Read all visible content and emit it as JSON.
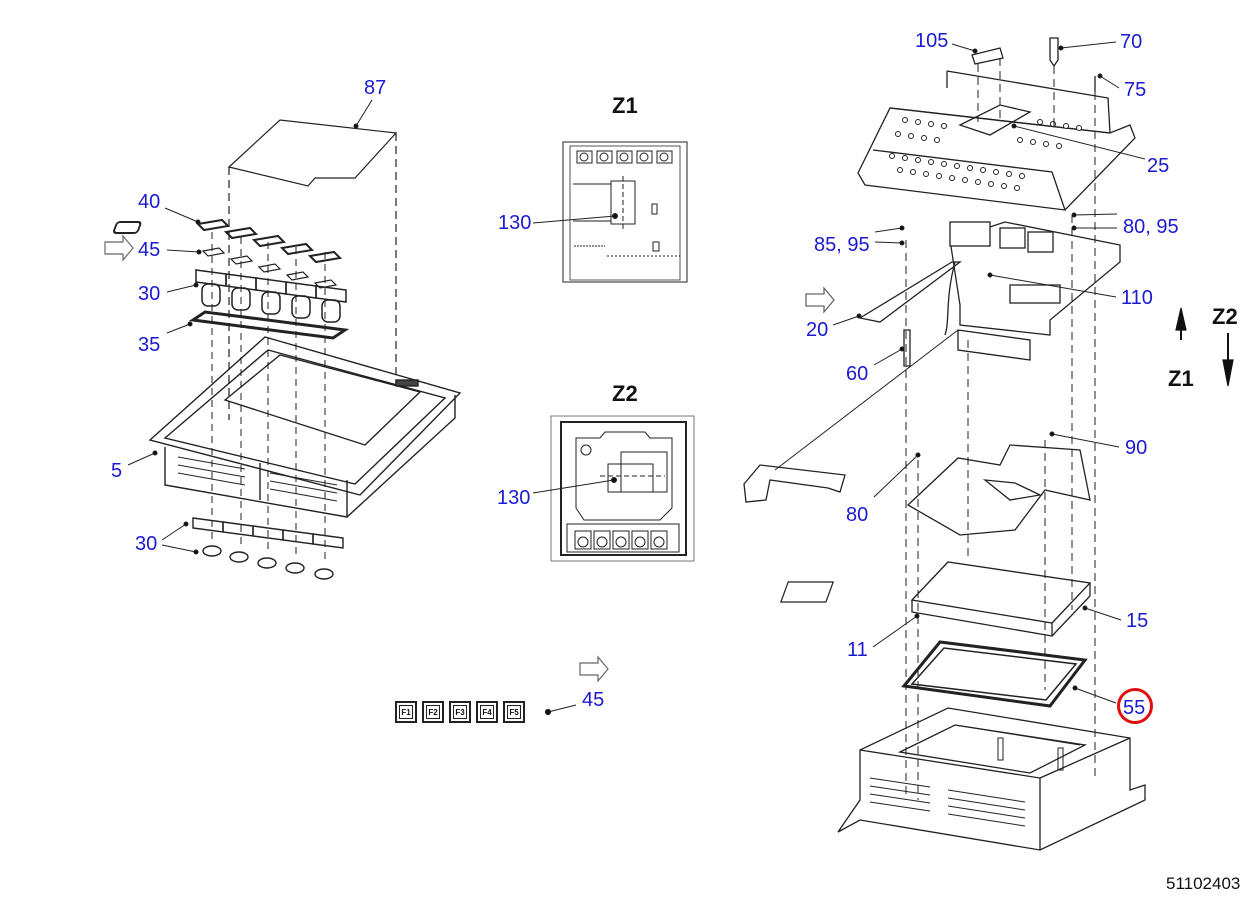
{
  "drawing": {
    "document_number": "51102403",
    "highlight_color": "#e01010",
    "label_color": "#1a1ad0",
    "highlighted_item": "55"
  },
  "views": {
    "z1_title": "Z1",
    "z2_title": "Z2",
    "z1_arrow_label": "Z1",
    "z2_arrow_label": "Z2"
  },
  "labels": {
    "l87": "87",
    "l40": "40",
    "l45a": "45",
    "l30a": "30",
    "l35": "35",
    "l5": "5",
    "l30b": "30",
    "l130a": "130",
    "l130b": "130",
    "l45b": "45",
    "l105": "105",
    "l70": "70",
    "l75": "75",
    "l25": "25",
    "l8595": "85, 95",
    "l8095": "80, 95",
    "l110": "110",
    "l20": "20",
    "l60": "60",
    "l90": "90",
    "l80": "80",
    "l15": "15",
    "l11": "11",
    "l55": "55"
  },
  "function_keys": [
    "F1",
    "F2",
    "F3",
    "F4",
    "F5"
  ]
}
